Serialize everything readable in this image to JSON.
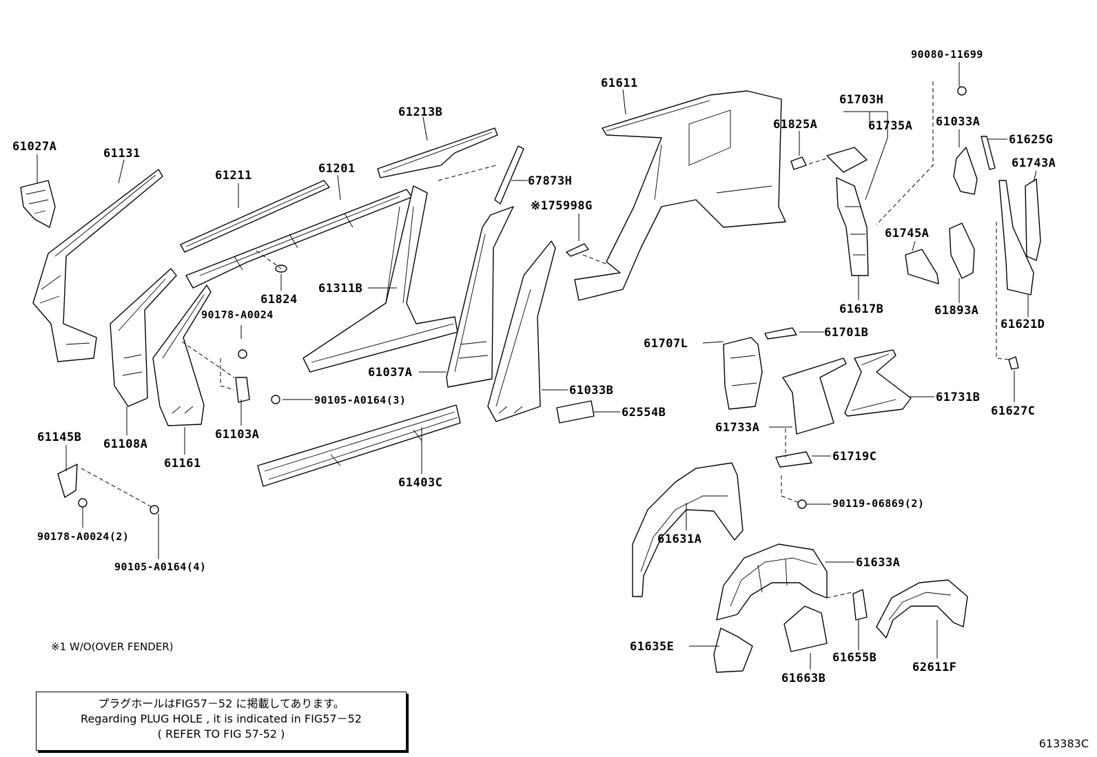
{
  "callouts": {
    "p61027A": "61027A",
    "p61131": "61131",
    "p61211": "61211",
    "p61201": "61201",
    "p61213B": "61213B",
    "p67873H": "67873H",
    "p175998G": "※175998G",
    "p61824": "61824",
    "p90178A0024": "90178-A0024",
    "p61311B": "61311B",
    "p61611": "61611",
    "p61825A": "61825A",
    "p61703H": "61703H",
    "p61735A": "61735A",
    "p9008011699": "90080-11699",
    "p61033A": "61033A",
    "p61625G": "61625G",
    "p61743A": "61743A",
    "p61745A": "61745A",
    "p61617B": "61617B",
    "p61893A": "61893A",
    "p61621D": "61621D",
    "p61701B": "61701B",
    "p61707L": "61707L",
    "p61037A": "61037A",
    "p61033B": "61033B",
    "p90105A0164_3": "90105-A0164(3)",
    "p62554B": "62554B",
    "p61108A": "61108A",
    "p61103A": "61103A",
    "p61161": "61161",
    "p61145B": "61145B",
    "p61403C": "61403C",
    "p61731B": "61731B",
    "p61627C": "61627C",
    "p61733A": "61733A",
    "p61719C": "61719C",
    "p9011906869_2": "90119-06869(2)",
    "p61631A": "61631A",
    "p90178A0024_2": "90178-A0024(2)",
    "p90105A0164_4": "90105-A0164(4)",
    "p61633A": "61633A",
    "p61635E": "61635E",
    "p61663B": "61663B",
    "p61655B": "61655B",
    "p62611F": "62611F"
  },
  "notes": {
    "footnote": "※1  W/O(OVER FENDER)",
    "box_line1": "プラグホールはFIG57－52 に掲載してあります。",
    "box_line2": "Regarding  PLUG HOLE , it is indicated  in  FIG57－52",
    "box_line3": "(      REFER TO FIG 57-52      )"
  },
  "figure_code": "613383C"
}
